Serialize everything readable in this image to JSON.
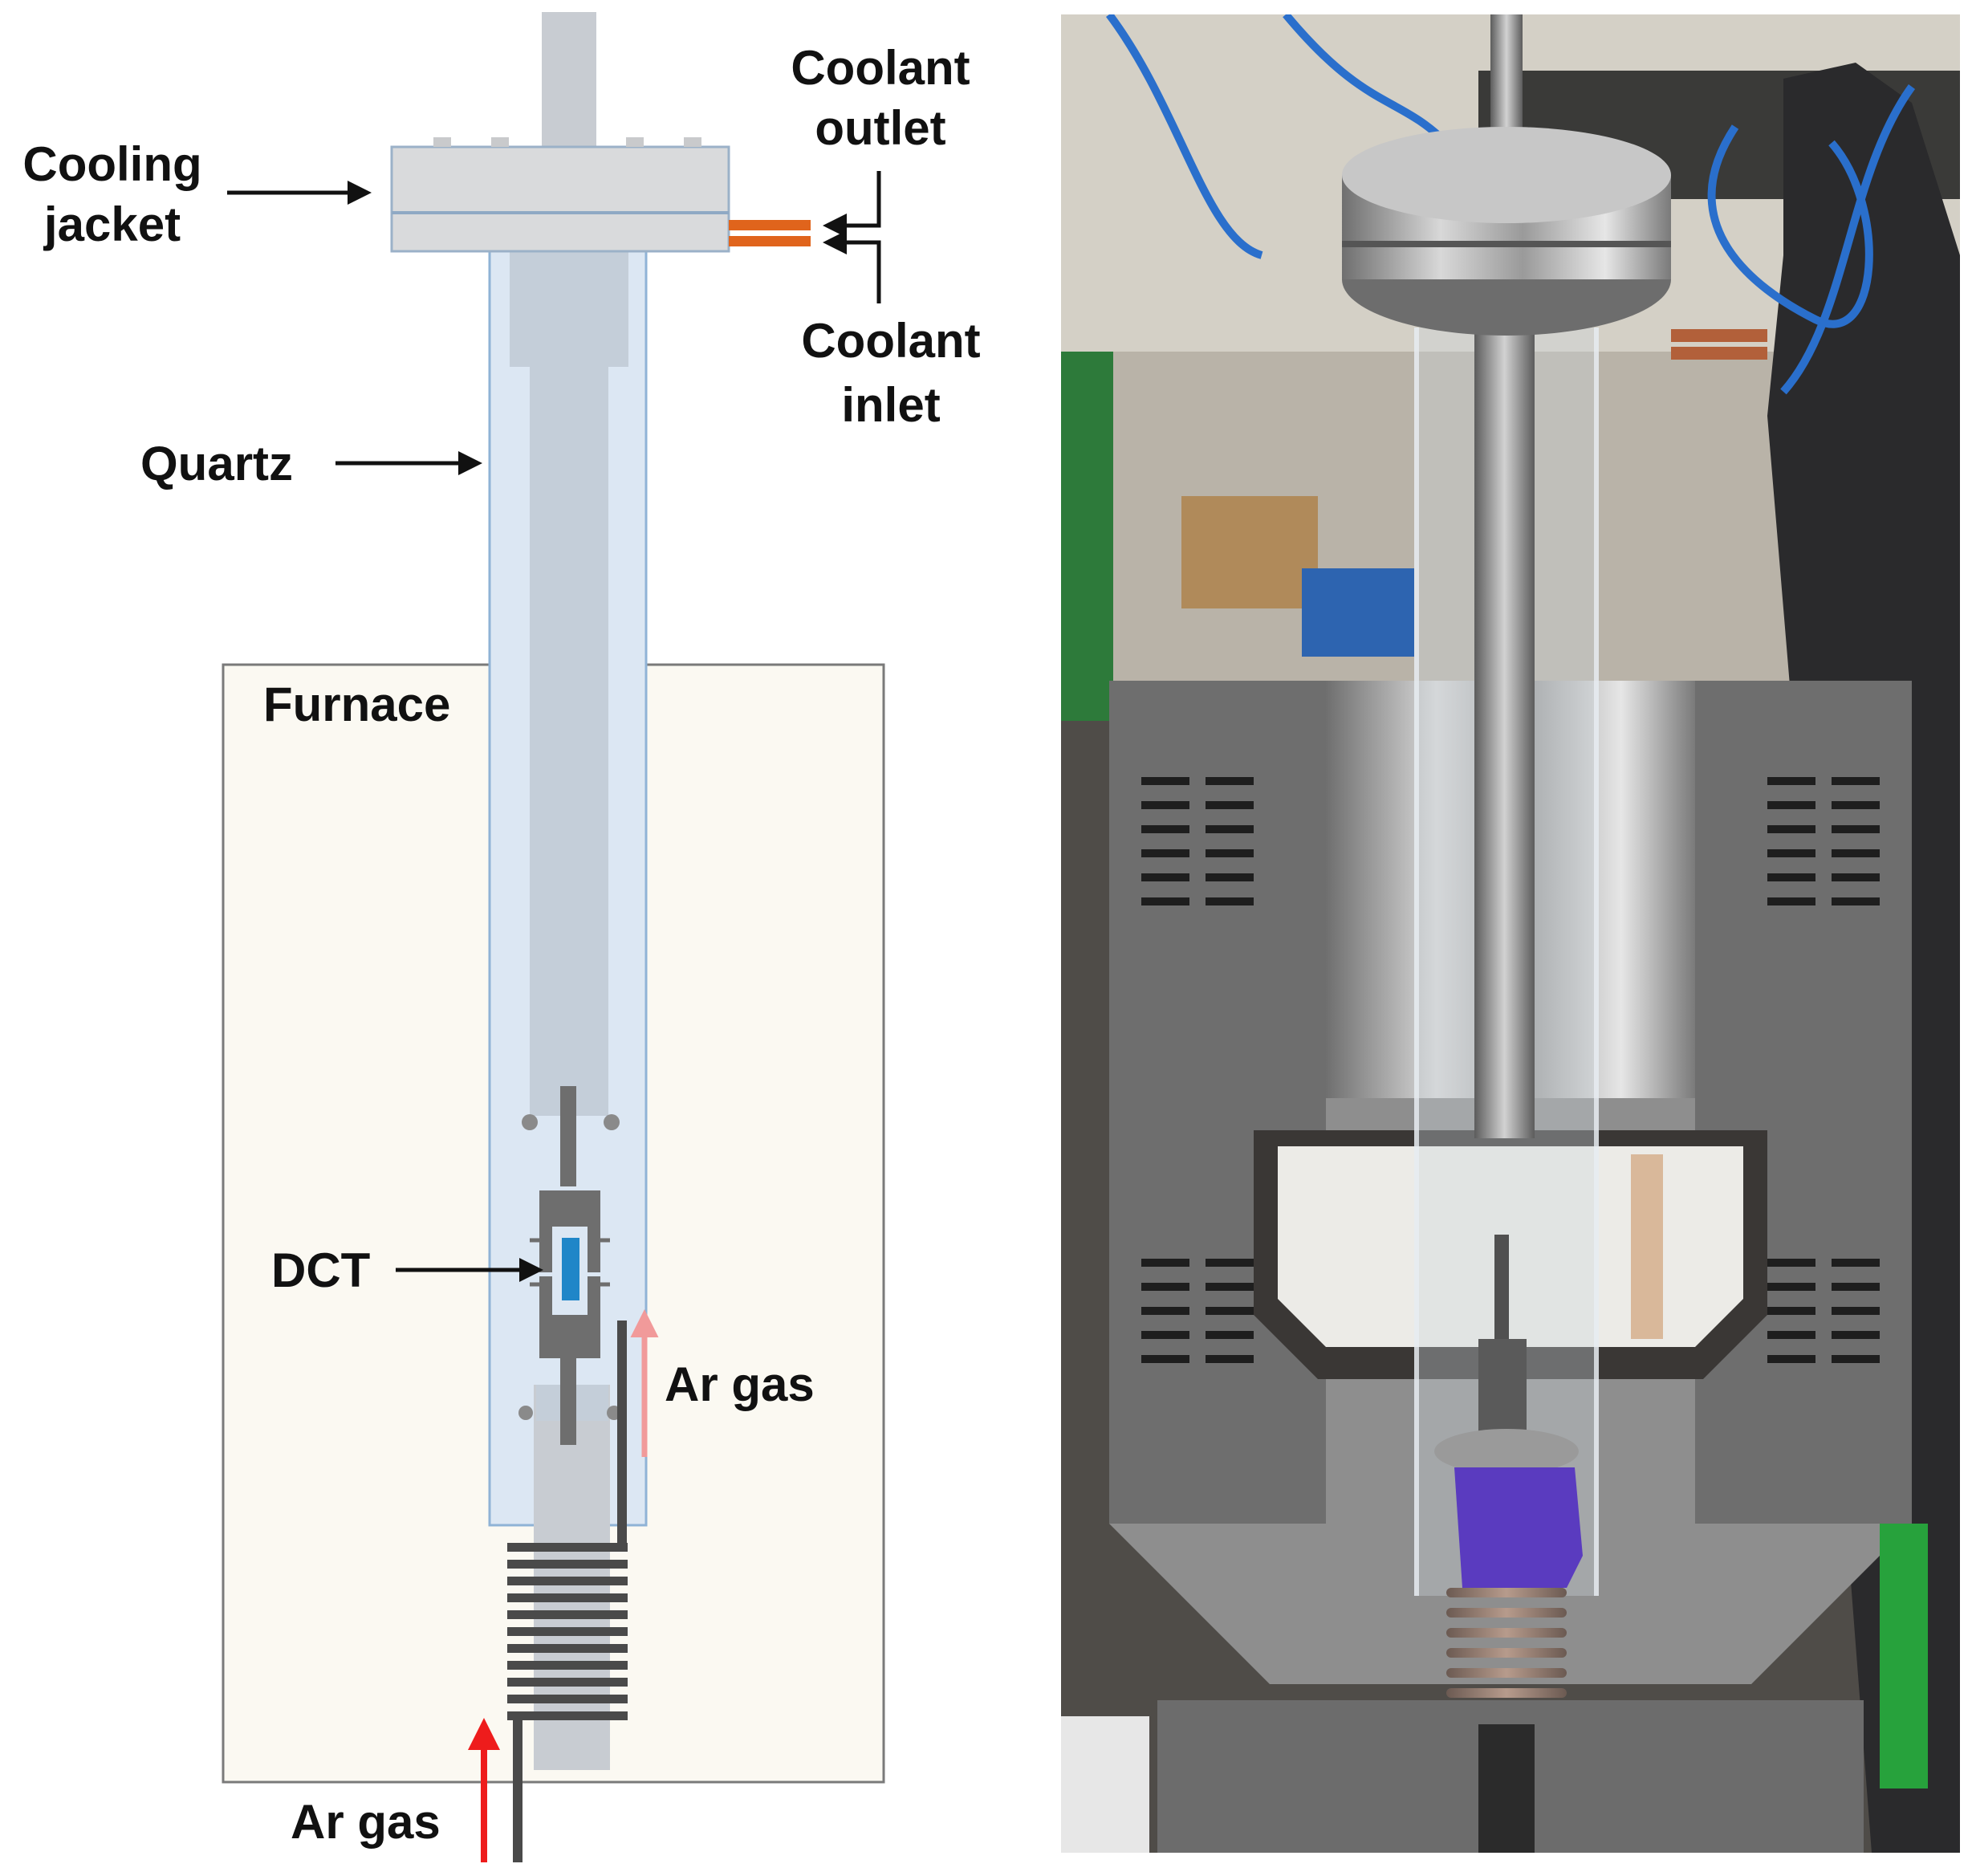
{
  "labels": {
    "cooling_jacket_line1": "Cooling",
    "cooling_jacket_line2": "jacket",
    "coolant_outlet_line1": "Coolant",
    "coolant_outlet_line2": "outlet",
    "coolant_inlet_line1": "Coolant",
    "coolant_inlet_line2": "inlet",
    "quartz": "Quartz",
    "furnace": "Furnace",
    "dct": "DCT",
    "ar_gas_upper": "Ar gas",
    "ar_gas_lower": "Ar gas"
  },
  "colors": {
    "furnace_fill": "#fbf9f2",
    "quartz_fill": "#dce7f3",
    "quartz_edge": "#8fb3d6",
    "rod": "#c8ccd2",
    "jacket": "#d9dadc",
    "coolant_pipe": "#e0641c",
    "specimen": "#1f86c8",
    "grip": "#6e6e6e",
    "coil": "#4a4a4a",
    "gas_arrow": "#ee1c1c",
    "gas_arrow_upper": "#f19a9a",
    "pointer_arrow": "#111111"
  }
}
